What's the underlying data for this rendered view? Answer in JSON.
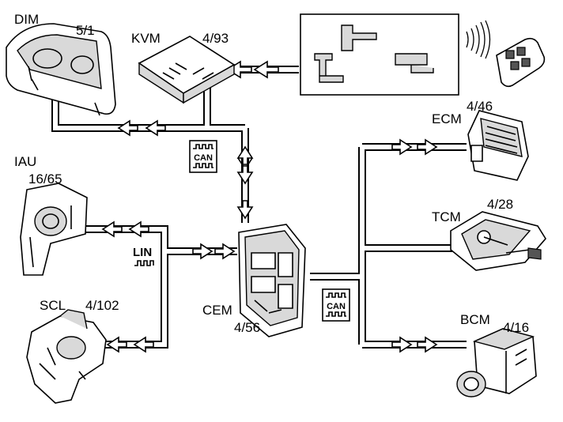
{
  "modules": {
    "dim": {
      "name": "DIM",
      "ref": "5/1"
    },
    "kvm": {
      "name": "KVM",
      "ref": "4/93"
    },
    "iau": {
      "name": "IAU",
      "ref": "16/65"
    },
    "scl": {
      "name": "SCL",
      "ref": "4/102"
    },
    "cem": {
      "name": "CEM",
      "ref": "4/56"
    },
    "ecm": {
      "name": "ECM",
      "ref": "4/46"
    },
    "tcm": {
      "name": "TCM",
      "ref": "4/28"
    },
    "bcm": {
      "name": "BCM",
      "ref": "4/16"
    }
  },
  "buses": {
    "can_top": "CAN",
    "can_right": "CAN",
    "lin": "LIN"
  }
}
